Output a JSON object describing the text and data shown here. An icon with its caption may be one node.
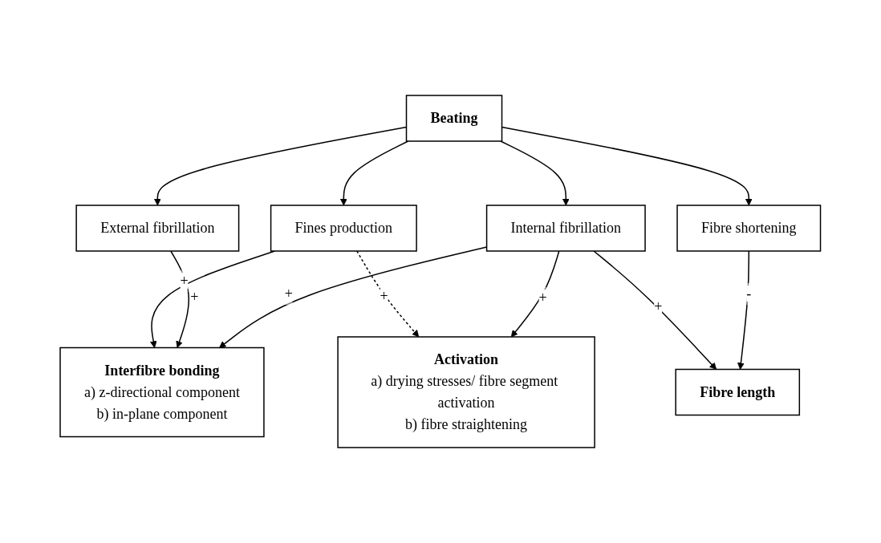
{
  "diagram": {
    "nodes": [
      {
        "text": [
          "Beating"
        ]
      },
      {
        "text": [
          "Fines production"
        ]
      },
      {
        "text": [
          "External fibrillation"
        ]
      },
      {
        "text": [
          "Internal fibrillation"
        ]
      },
      {
        "text": [
          "Fibre shortening"
        ]
      },
      {
        "text": [
          "Interfibre bonding",
          "a) z-directional component",
          "b) in-plane component"
        ]
      },
      {
        "text": [
          "Activation",
          "a) drying stresses/ fibre segment activation",
          "b) fibre straightening"
        ]
      },
      {
        "text": [
          "Fibre length"
        ]
      }
    ],
    "edges": [
      {
        "from": 0,
        "to": 1,
        "arrow": "to"
      },
      {
        "from": 0,
        "to": 2,
        "arrow": "to"
      },
      {
        "from": 0,
        "to": 3,
        "arrow": "to"
      },
      {
        "from": 0,
        "to": 4,
        "arrow": "to"
      },
      {
        "from": 1,
        "to": 5,
        "arrow": "to",
        "label": "+"
      },
      {
        "from": 2,
        "to": 5,
        "arrow": "to",
        "label": "+"
      },
      {
        "from": 1,
        "to": 6,
        "arrow": "to",
        "label": "+",
        "style": "dashed"
      },
      {
        "from": 3,
        "to": 5,
        "arrow": "to",
        "label": "+"
      },
      {
        "from": 3,
        "to": 6,
        "arrow": "to",
        "label": "+"
      },
      {
        "from": 3,
        "to": 7,
        "arrow": "to",
        "label": "+"
      },
      {
        "from": 4,
        "to": 7,
        "arrow": "to",
        "label": "-"
      }
    ]
  }
}
